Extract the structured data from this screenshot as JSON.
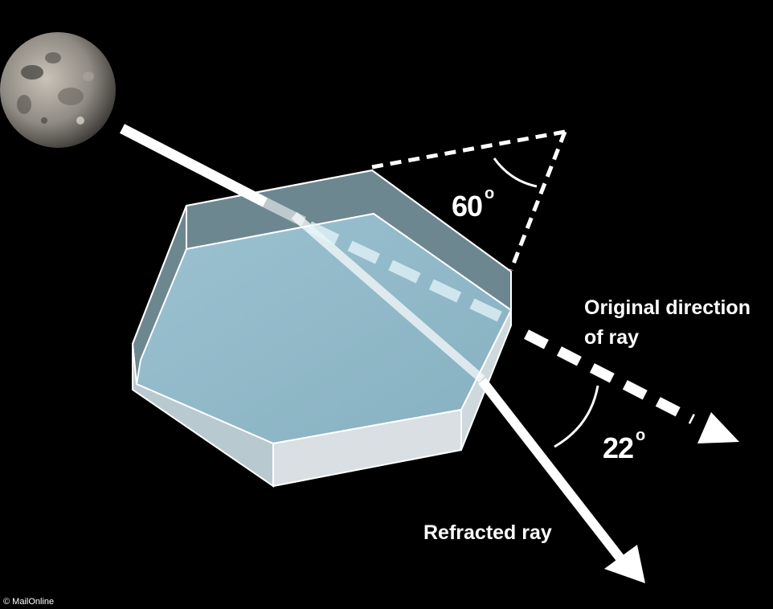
{
  "labels": {
    "angle_prism": "60",
    "angle_deviation": "22",
    "degree_symbol": "o",
    "original_direction_line1": "Original direction",
    "original_direction_line2": "of ray",
    "refracted_ray": "Refracted ray",
    "credit": "© MailOnline"
  },
  "colors": {
    "background": "#000000",
    "ray": "#ffffff",
    "crystal_top": "#8fb6c6",
    "crystal_side_light": "#d9dfe2",
    "crystal_wall": "#6d8791"
  },
  "icons": {
    "moon": "moon-icon"
  }
}
